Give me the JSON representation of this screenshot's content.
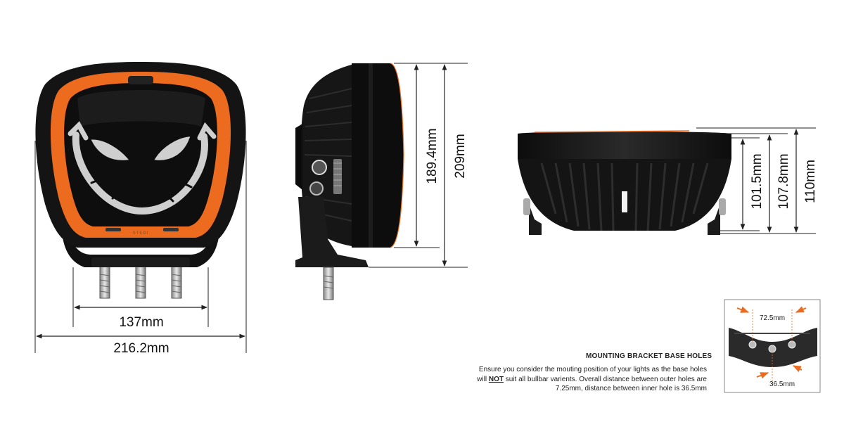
{
  "front_view": {
    "dim_inner": "137mm",
    "dim_outer": "216.2mm",
    "brand_mark": "STEDI"
  },
  "side_view": {
    "dim_lens": "189.4mm",
    "dim_total": "209mm"
  },
  "top_view": {
    "dim_a": "101.5mm",
    "dim_b": "107.8mm",
    "dim_c": "110mm"
  },
  "mounting": {
    "title": "MOUNTING BRACKET BASE HOLES",
    "note_before": "Ensure you consider the mouting position of your lights as the base holes will ",
    "note_emph": "NOT",
    "note_after": " suit all bullbar varients. Overall distance between outer holes are 7.25mm, distance between inner hole is 36.5mm",
    "inset_top_dim": "72.5mm",
    "inset_bottom_dim": "36.5mm"
  },
  "colors": {
    "accent_orange": "#ec6b1f",
    "housing_black": "#141414",
    "dimension_line": "#222222"
  }
}
